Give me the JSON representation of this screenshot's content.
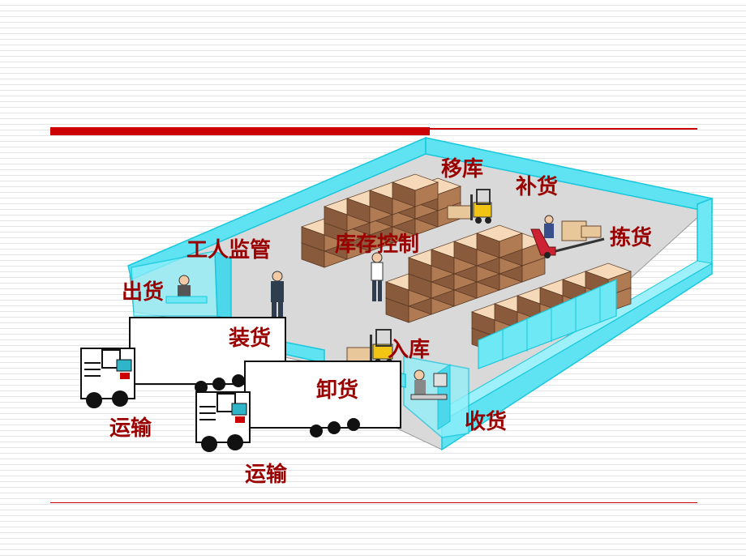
{
  "colors": {
    "title_rule": "#cc0000",
    "label_text": "#9b0000",
    "wall": "#5fe3f2",
    "wall_outline": "#17c7dc",
    "floor": "#d9d9d9",
    "box_top": "#f5d9b8",
    "box_side": "#8a5a3c",
    "forklift": "#f2c414"
  },
  "icons": {
    "forklift": "forklift-icon",
    "pallet_jack": "pallet-jack-icon",
    "truck": "semi-truck-icon",
    "worker": "worker-icon",
    "clerk": "seated-clerk-icon"
  },
  "labels": {
    "relocation": "移库",
    "replenishment": "补货",
    "picking": "拣货",
    "labor_supervision": "工人监管",
    "inventory_control": "库存控制",
    "shipping": "出货",
    "loading": "装货",
    "putaway": "入库",
    "unloading": "卸货",
    "receiving": "收货",
    "transport_left": "运输",
    "transport_right": "运输"
  }
}
